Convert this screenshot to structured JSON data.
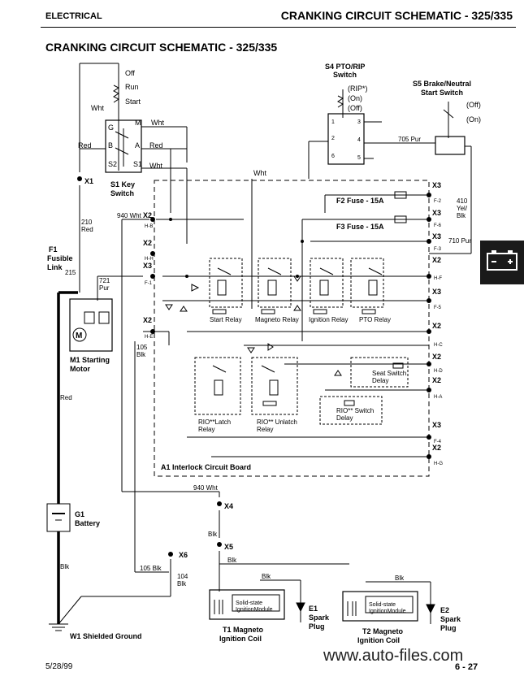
{
  "header": {
    "section": "ELECTRICAL",
    "title": "CRANKING CIRCUIT SCHEMATIC - 325/335"
  },
  "diagram": {
    "title": "CRANKING CIRCUIT SCHEMATIC - 325/335",
    "key_switch": {
      "name": "S1 Key",
      "name2": "Switch",
      "positions": [
        "Off",
        "Run",
        "Start"
      ],
      "terminals": [
        "G",
        "M",
        "B",
        "A",
        "S2",
        "S1"
      ]
    },
    "pto_switch": {
      "name": "S4 PTO/RIP",
      "name2": "Switch",
      "positions": [
        "(RIP*)",
        "(On)",
        "(Off)"
      ],
      "pins": [
        "1",
        "3",
        "4",
        "2",
        "5",
        "6"
      ]
    },
    "brake_switch": {
      "name": "S5 Brake/Neutral",
      "name2": "Start Switch",
      "positions": [
        "(Off)",
        "(On)"
      ]
    },
    "connectors": {
      "x1": "X1",
      "x2a": "X2",
      "x2a_pin": "H-B",
      "x2b": "X2",
      "x2b_pin": "H-H",
      "x3a": "X3",
      "x3a_pin": "F-1",
      "x2c": "X2",
      "x2c_pin": "H-E",
      "x3r1": "X3",
      "x3r1_pin": "F-2",
      "x3r2": "X3",
      "x3r2_pin": "F-6",
      "x3r3": "X3",
      "x3r3_pin": "F-3",
      "x2r1": "X2",
      "x2r1_pin": "H-F",
      "x3r4": "X3",
      "x3r4_pin": "F-5",
      "x2r2": "X2",
      "x2r2_pin": "H-C",
      "x2r3": "X2",
      "x2r3_pin": "H-D",
      "x2r4": "X2",
      "x2r4_pin": "H-A",
      "x3r5": "X3",
      "x3r5_pin": "F-4",
      "x2r5": "X2",
      "x2r5_pin": "H-G",
      "x4": "X4",
      "x5": "X5",
      "x6": "X6"
    },
    "wires": {
      "wht": "Wht",
      "red": "Red",
      "w940": "940 Wht",
      "w210": "210",
      "w210b": "Red",
      "w215": "215",
      "w721": "721",
      "w721b": "Pur",
      "w105": "105",
      "w105b": "Blk",
      "w705": "705 Pur",
      "w410": "410",
      "w410b": "Yel/",
      "w410c": "Blk",
      "w710": "710 Pur",
      "w940b": "940 Wht",
      "blk": "Blk",
      "w105c": "105 Blk",
      "w104": "104",
      "w104b": "Blk"
    },
    "fuses": {
      "f2": "F2 Fuse - 15A",
      "f3": "F3 Fuse - 15A"
    },
    "components": {
      "f1a": "F1",
      "f1b": "Fusible",
      "f1c": "Link",
      "m1a": "M1 Starting",
      "m1b": "Motor",
      "m1_symbol": "M",
      "g1a": "G1",
      "g1b": "Battery",
      "w1": "W1 Shielded Ground",
      "t1a": "T1 Magneto",
      "t1b": "Ignition Coil",
      "t2a": "T2 Magneto",
      "t2b": "Ignition Coil",
      "e1a": "E1",
      "e1b": "Spark",
      "e1c": "Plug",
      "e2a": "E2",
      "e2b": "Spark",
      "e2c": "Plug",
      "module_a": "Solid-state",
      "module_b": "IgnitionModule",
      "start_relay": "Start Relay",
      "magneto_relay": "Magneto Relay",
      "ignition_relay": "Ignition Relay",
      "pto_relay": "PTO Relay",
      "seat_delay_a": "Seat Switch",
      "seat_delay_b": "Delay",
      "rio_delay_a": "RIO** Switch",
      "rio_delay_b": "Delay",
      "latch_a": "RIO**Latch",
      "latch_b": "Relay",
      "unlatch_a": "RIO** Unlatch",
      "unlatch_b": "Relay",
      "board": "A1 Interlock Circuit Board"
    }
  },
  "footer": {
    "date": "5/28/99",
    "watermark": "www.auto-files.com",
    "page": "6 - 27"
  }
}
